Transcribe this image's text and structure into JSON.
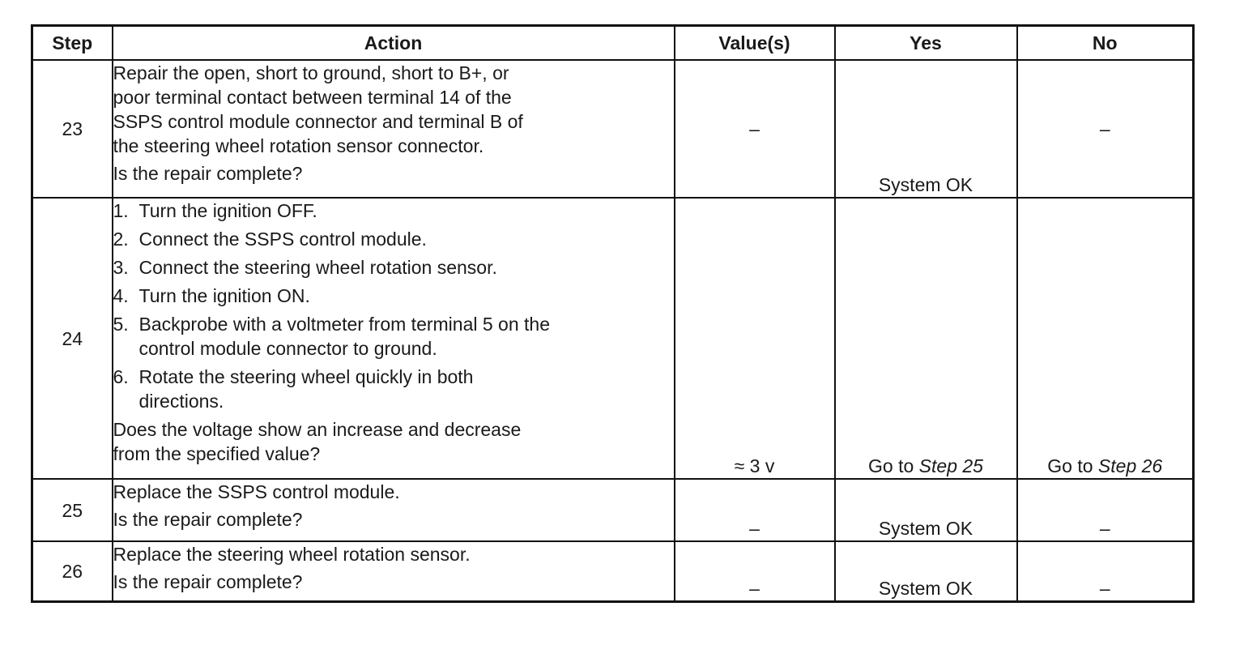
{
  "table": {
    "headers": {
      "step": "Step",
      "action": "Action",
      "values": "Value(s)",
      "yes": "Yes",
      "no": "No"
    },
    "rows": [
      {
        "step": "23",
        "action_lines": [
          "Repair the open, short to ground, short to B+, or",
          "poor terminal contact between terminal 14 of the",
          "SSPS control module connector and terminal B of",
          "the steering wheel rotation sensor connector."
        ],
        "question": "Is the repair complete?",
        "value": "–",
        "yes": "System OK",
        "no": "–"
      },
      {
        "step": "24",
        "substeps": [
          {
            "num": "1.",
            "lines": [
              "Turn the ignition OFF."
            ]
          },
          {
            "num": "2.",
            "lines": [
              "Connect the SSPS control module."
            ]
          },
          {
            "num": "3.",
            "lines": [
              "Connect the steering wheel rotation sensor."
            ]
          },
          {
            "num": "4.",
            "lines": [
              "Turn the ignition ON."
            ]
          },
          {
            "num": "5.",
            "lines": [
              "Backprobe with a voltmeter from terminal 5 on the",
              "control module connector to ground."
            ]
          },
          {
            "num": "6.",
            "lines": [
              "Rotate the steering wheel quickly in both",
              "directions."
            ]
          }
        ],
        "question_lines": [
          "Does the voltage show an increase and decrease",
          "from the specified value?"
        ],
        "value": "≈ 3 v",
        "yes_prefix": "Go to ",
        "yes_ref": "Step 25",
        "no_prefix": "Go to ",
        "no_ref": "Step 26"
      },
      {
        "step": "25",
        "action": "Replace the SSPS control module.",
        "question": "Is the repair complete?",
        "value": "–",
        "yes": "System OK",
        "no": "–"
      },
      {
        "step": "26",
        "action": "Replace the steering wheel rotation sensor.",
        "question": "Is the repair complete?",
        "value": "–",
        "yes": "System OK",
        "no": "–"
      }
    ]
  }
}
